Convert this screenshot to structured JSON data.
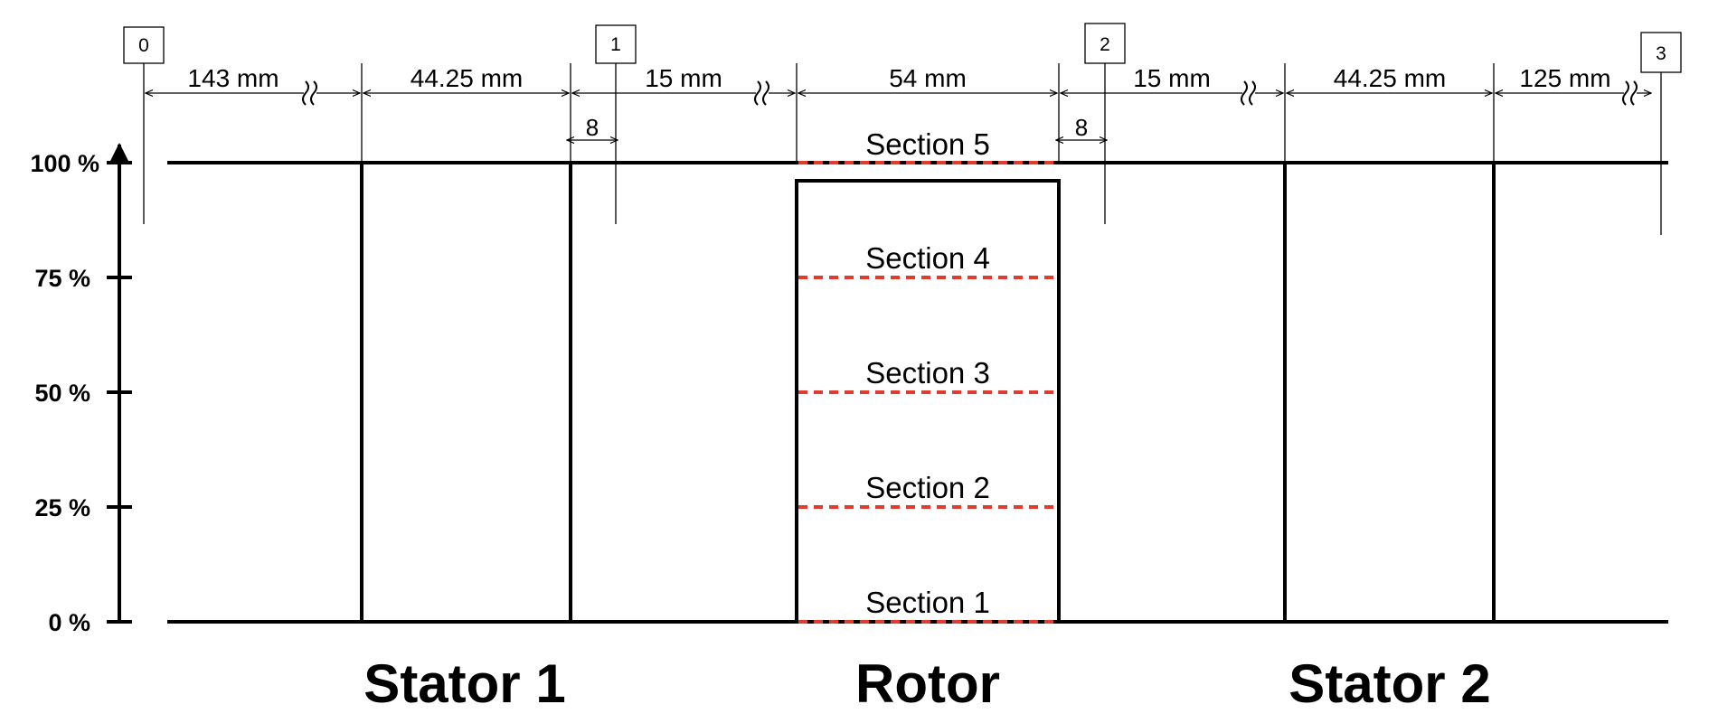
{
  "axis": {
    "ticks": [
      "0 %",
      "25 %",
      "50 %",
      "75 %",
      "100 %"
    ]
  },
  "stations": [
    "0",
    "1",
    "2",
    "3"
  ],
  "dimensions": {
    "d143": "143 mm",
    "d44a": "44.25 mm",
    "d15a": "15 mm",
    "d54": "54 mm",
    "d15b": "15 mm",
    "d44b": "44.25 mm",
    "d125": "125 mm",
    "gap1": "8",
    "gap2": "8"
  },
  "sections": [
    "Section 1",
    "Section 2",
    "Section 3",
    "Section 4",
    "Section 5"
  ],
  "components": {
    "stator1": "Stator 1",
    "rotor": "Rotor",
    "stator2": "Stator 2"
  },
  "colors": {
    "line": "#000000",
    "section_dash": "#e03c2c"
  }
}
